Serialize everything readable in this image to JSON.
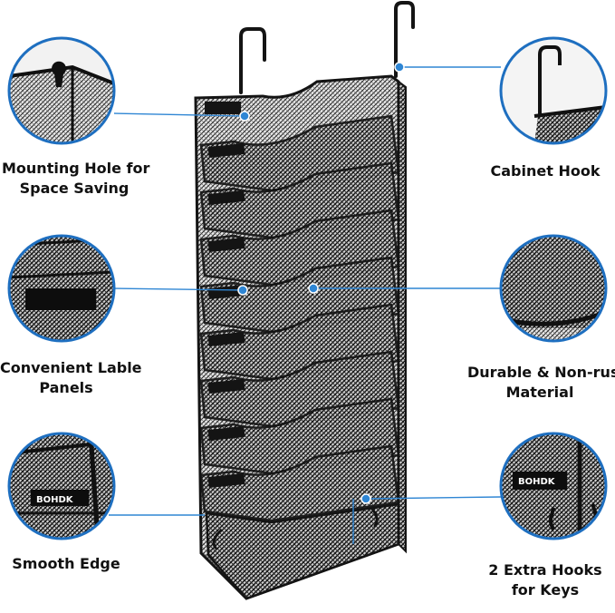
{
  "features": [
    {
      "id": "mounting-hole",
      "lines": [
        "Mounting Hole for",
        "Space Saving"
      ]
    },
    {
      "id": "cabinet-hook",
      "lines": [
        "Cabinet Hook"
      ]
    },
    {
      "id": "label-panels",
      "lines": [
        "Convenient Lable",
        "Panels"
      ]
    },
    {
      "id": "durable-material",
      "lines": [
        "Durable & Non-rust",
        "Material"
      ]
    },
    {
      "id": "smooth-edge",
      "lines": [
        "Smooth Edge"
      ]
    },
    {
      "id": "extra-hooks",
      "lines": [
        "2 Extra Hooks",
        "for Keys"
      ]
    }
  ],
  "brand": {
    "logo_text": "BOHDK"
  },
  "colors": {
    "accent": "#2f86d4",
    "callout_ring": "#1e6fc0",
    "frame": "#141414",
    "mesh": "#3a3a3a",
    "background": "#ffffff"
  }
}
